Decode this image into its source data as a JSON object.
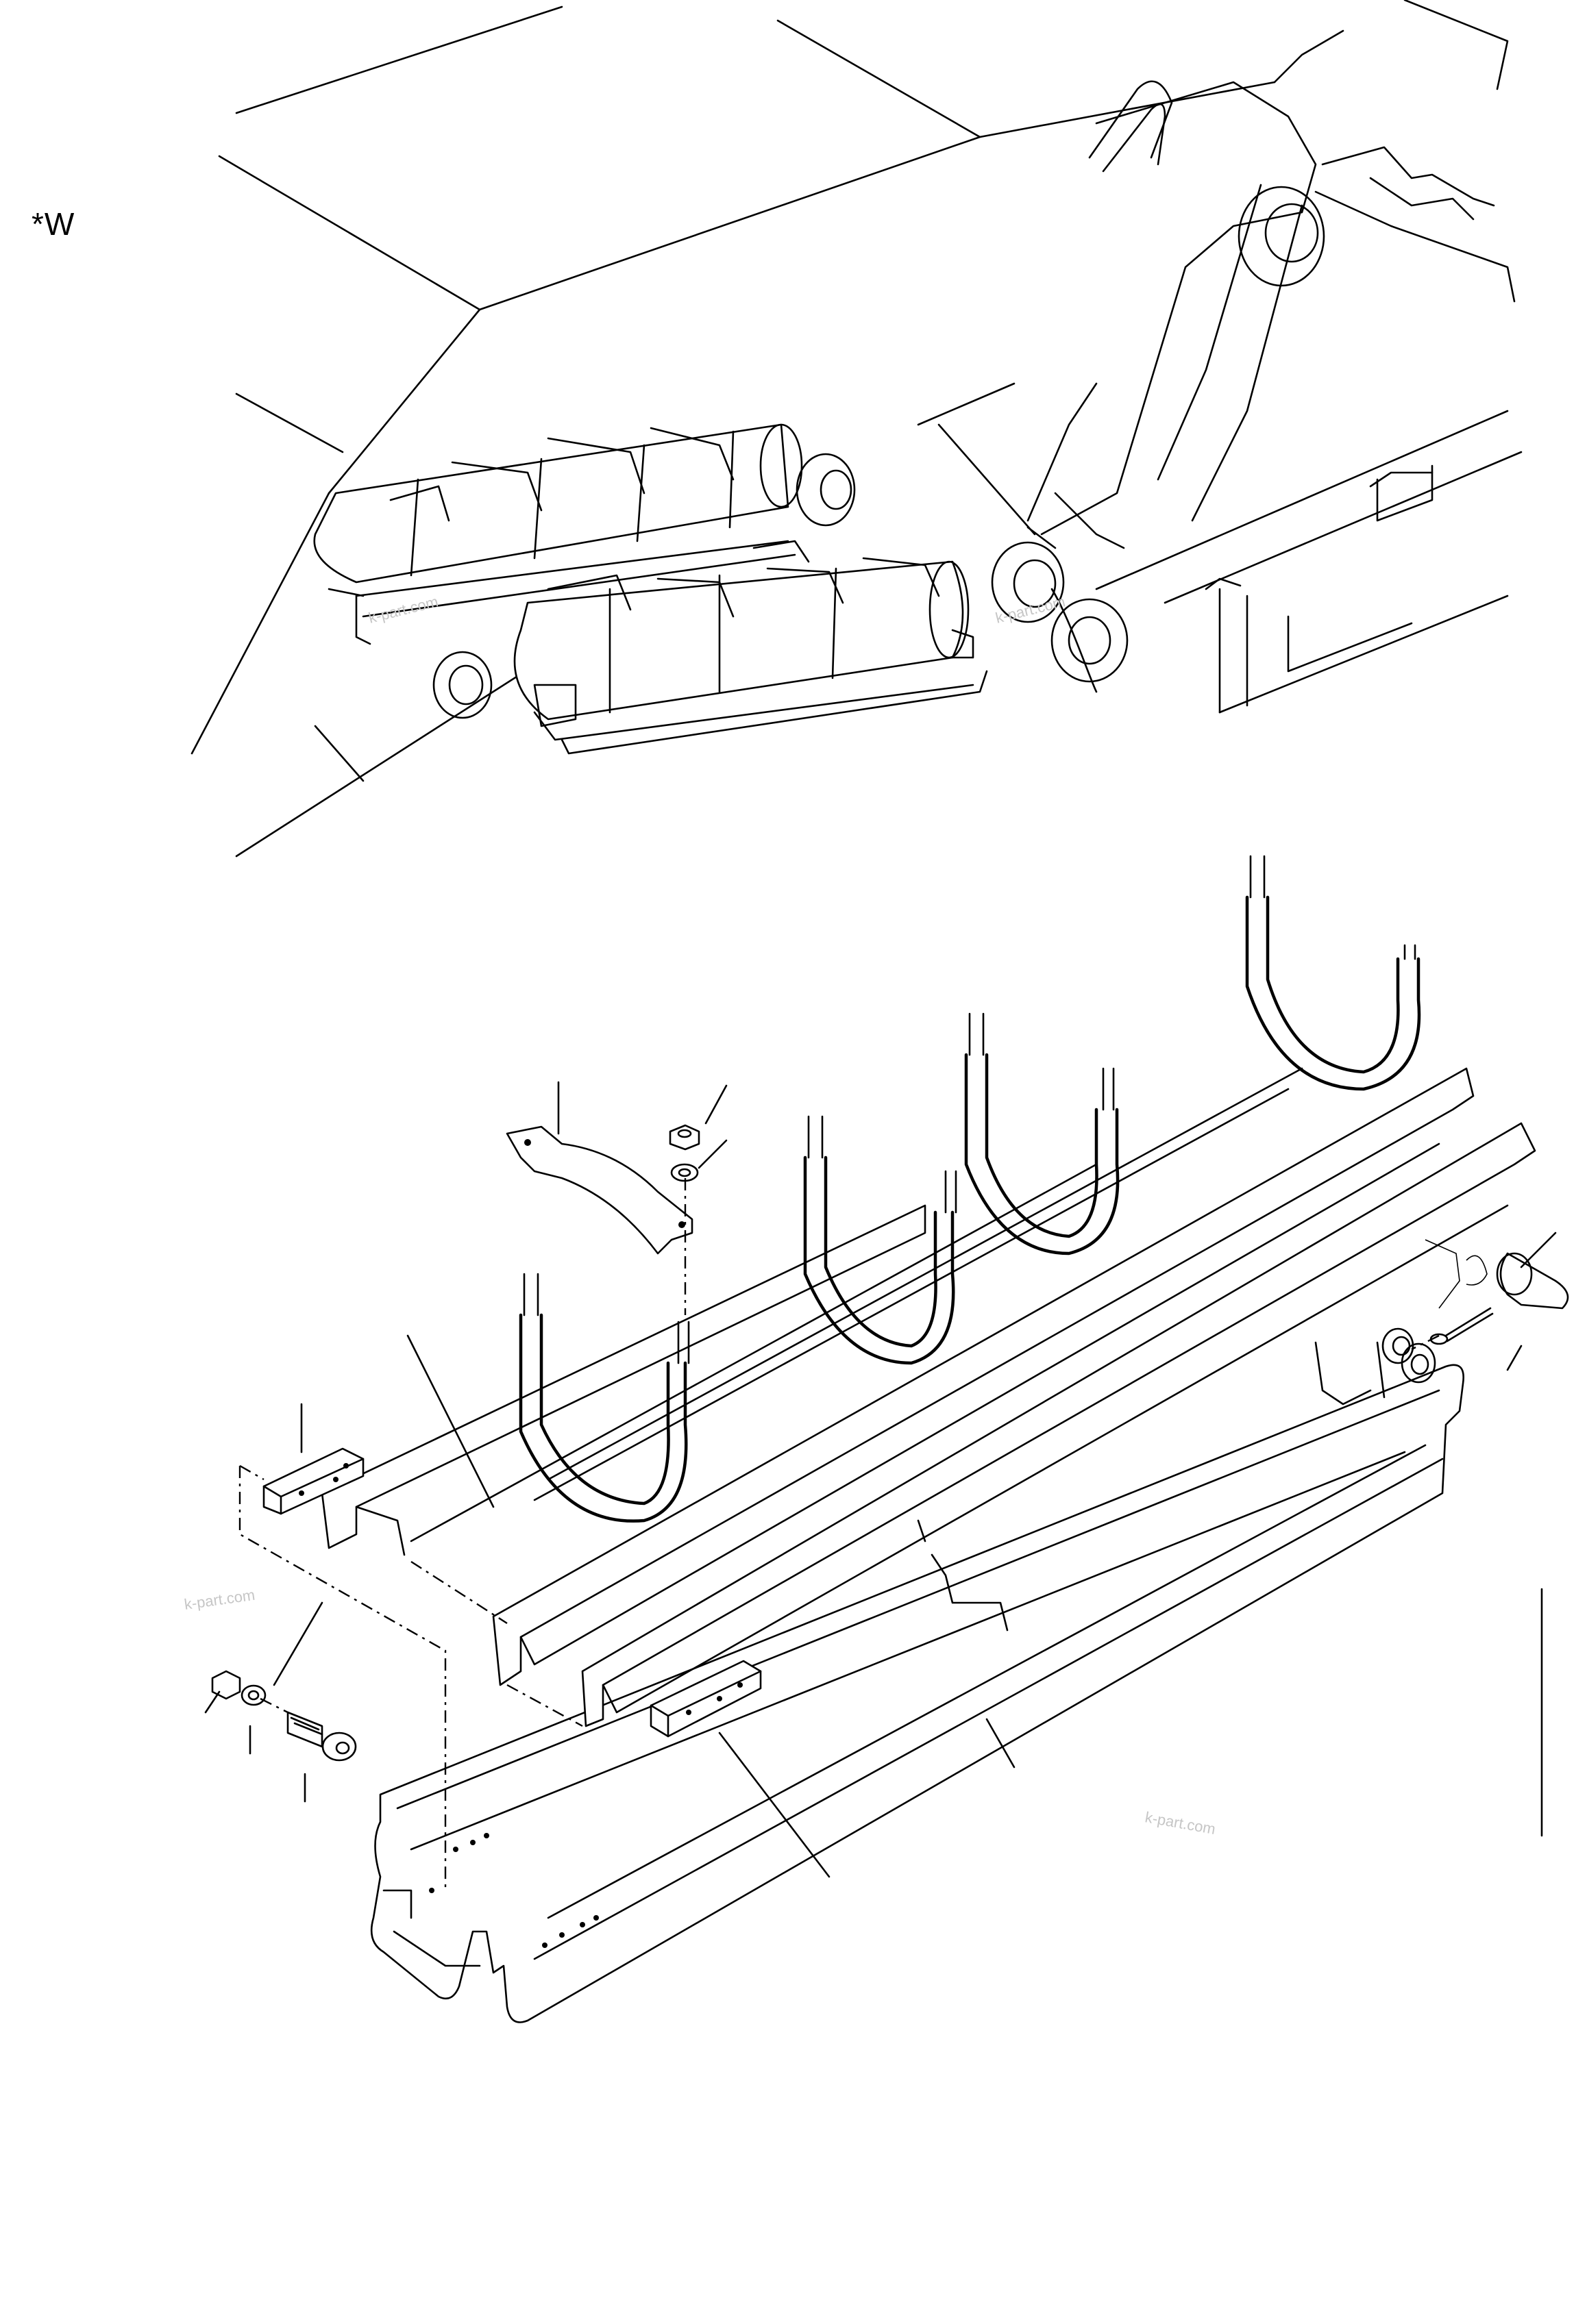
{
  "view_marker": "*W",
  "watermarks": [
    "k-part.com",
    "k-part.com",
    "k-part.com",
    "k-part.com"
  ],
  "colors": {
    "line": "#000000",
    "background": "#ffffff",
    "watermark": "#c6c6c6"
  }
}
